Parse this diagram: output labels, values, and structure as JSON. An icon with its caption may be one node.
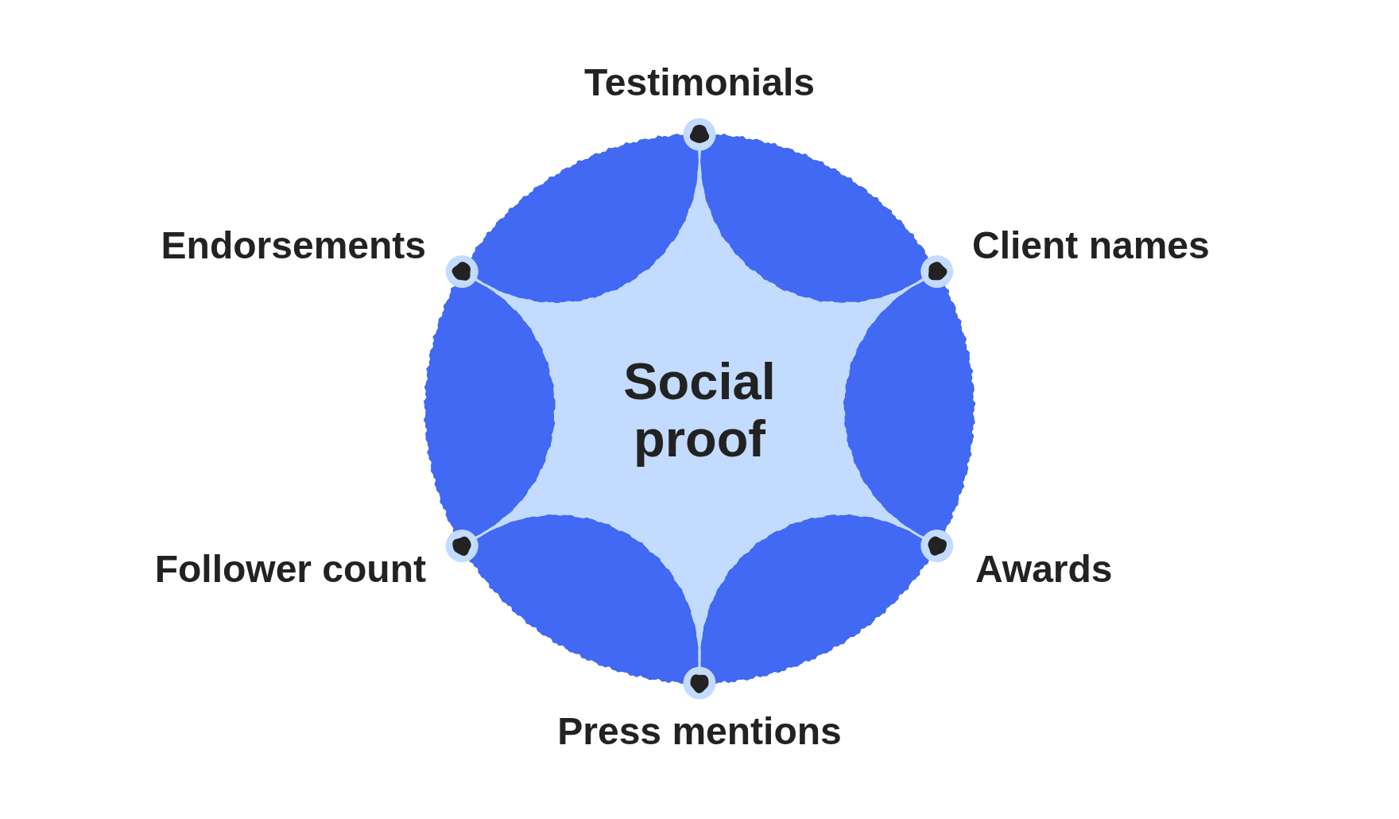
{
  "diagram": {
    "nodes": [
      {
        "text": [
          "Social proof"
        ]
      }
    ],
    "labels": [
      "Testimonials",
      "Endorsements",
      "Client names",
      "Follower count",
      "Awards",
      "Press mentions"
    ]
  }
}
